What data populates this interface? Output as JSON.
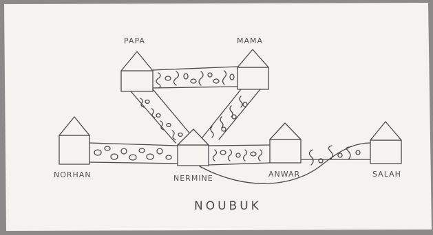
{
  "drawing": {
    "title": "NOUBUK",
    "houses": [
      {
        "id": "papa",
        "label": "PAPA"
      },
      {
        "id": "mama",
        "label": "MAMA"
      },
      {
        "id": "norhan",
        "label": "NORHAN"
      },
      {
        "id": "nermine",
        "label": "NERMINE"
      },
      {
        "id": "anwar",
        "label": "ANWAR"
      },
      {
        "id": "salah",
        "label": "SALAH"
      }
    ]
  },
  "colors": {
    "paper": "#f4f3f0",
    "ink": "#4a4a4e",
    "background": "#8b8a88"
  }
}
